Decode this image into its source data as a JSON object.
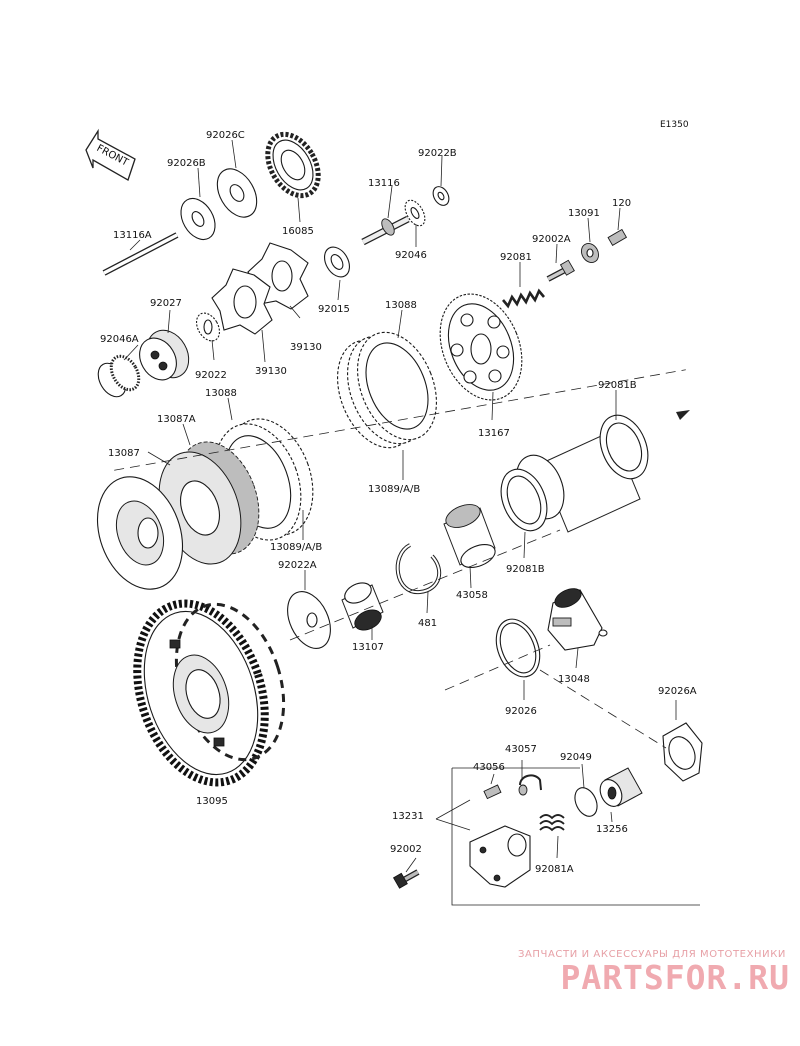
{
  "drawing": {
    "code": "E1350",
    "direction_label": "FRONT"
  },
  "parts": [
    {
      "id": "p-92026C",
      "label": "92026C"
    },
    {
      "id": "p-92026B",
      "label": "92026B"
    },
    {
      "id": "p-13116A",
      "label": "13116A"
    },
    {
      "id": "p-16085",
      "label": "16085"
    },
    {
      "id": "p-13116",
      "label": "13116"
    },
    {
      "id": "p-92022B",
      "label": "92022B"
    },
    {
      "id": "p-92046",
      "label": "92046"
    },
    {
      "id": "p-13091",
      "label": "13091"
    },
    {
      "id": "p-120",
      "label": "120"
    },
    {
      "id": "p-92002A",
      "label": "92002A"
    },
    {
      "id": "p-92081",
      "label": "92081"
    },
    {
      "id": "p-92027",
      "label": "92027"
    },
    {
      "id": "p-92015",
      "label": "92015"
    },
    {
      "id": "p-13088-top",
      "label": "13088"
    },
    {
      "id": "p-92046A",
      "label": "92046A"
    },
    {
      "id": "p-92022",
      "label": "92022"
    },
    {
      "id": "p-39130-a",
      "label": "39130"
    },
    {
      "id": "p-39130-b",
      "label": "39130"
    },
    {
      "id": "p-13088-left",
      "label": "13088"
    },
    {
      "id": "p-13087A",
      "label": "13087A"
    },
    {
      "id": "p-13167",
      "label": "13167"
    },
    {
      "id": "p-92081B-top",
      "label": "92081B"
    },
    {
      "id": "p-13087",
      "label": "13087"
    },
    {
      "id": "p-13089AB-right",
      "label": "13089/A/B"
    },
    {
      "id": "p-13089AB-left",
      "label": "13089/A/B"
    },
    {
      "id": "p-92022A",
      "label": "92022A"
    },
    {
      "id": "p-92081B-mid",
      "label": "92081B"
    },
    {
      "id": "p-43058",
      "label": "43058"
    },
    {
      "id": "p-481",
      "label": "481"
    },
    {
      "id": "p-13107",
      "label": "13107"
    },
    {
      "id": "p-13048",
      "label": "13048"
    },
    {
      "id": "p-92026",
      "label": "92026"
    },
    {
      "id": "p-92026A",
      "label": "92026A"
    },
    {
      "id": "p-43057",
      "label": "43057"
    },
    {
      "id": "p-43056",
      "label": "43056"
    },
    {
      "id": "p-92049",
      "label": "92049"
    },
    {
      "id": "p-13095",
      "label": "13095"
    },
    {
      "id": "p-13231",
      "label": "13231"
    },
    {
      "id": "p-13256",
      "label": "13256"
    },
    {
      "id": "p-92002",
      "label": "92002"
    },
    {
      "id": "p-92081A",
      "label": "92081A"
    }
  ],
  "watermark": {
    "tagline": "ЗАПЧАСТИ И АКСЕССУАРЫ ДЛЯ МОТОТЕХНИКИ",
    "logo": "PARTSFOR.RU",
    "color": "#f0aab0"
  }
}
